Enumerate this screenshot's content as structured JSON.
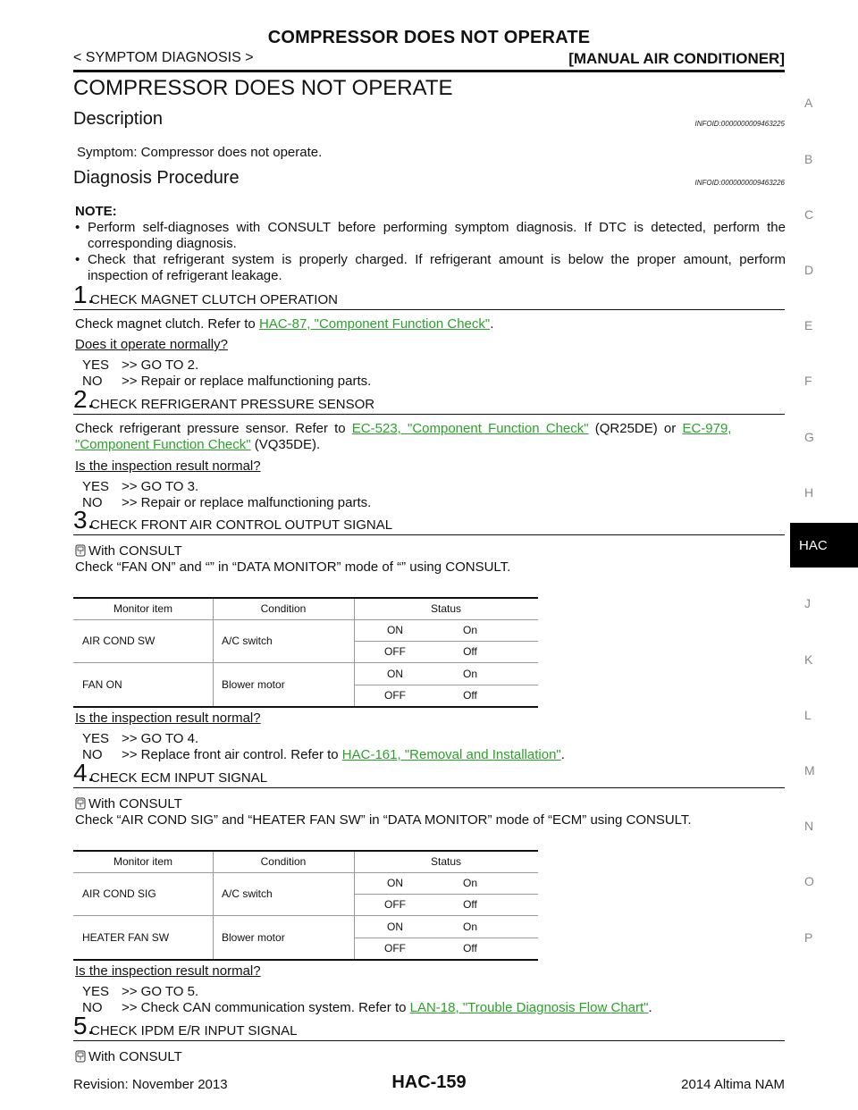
{
  "header": {
    "title": "COMPRESSOR DOES NOT OPERATE",
    "left": "< SYMPTOM DIAGNOSIS >",
    "right": "[MANUAL AIR CONDITIONER]"
  },
  "main_title": "COMPRESSOR DOES NOT OPERATE",
  "description": {
    "heading": "Description",
    "infoid": "INFOID:0000000009463225",
    "text": "Symptom: Compressor does not operate."
  },
  "procedure": {
    "heading": "Diagnosis Procedure",
    "infoid": "INFOID:0000000009463226",
    "note_label": "NOTE:",
    "notes": [
      "Perform self-diagnoses with CONSULT before performing symptom diagnosis. If DTC is detected, perform the corresponding diagnosis.",
      "Check that refrigerant system is properly charged. If refrigerant amount is below the proper amount, perform inspection of refrigerant leakage."
    ]
  },
  "steps": [
    {
      "num": "1.",
      "title": "CHECK MAGNET CLUTCH OPERATION",
      "text_pre": "Check magnet clutch. Refer to ",
      "link1": "HAC-87, \"Component Function Check\"",
      "text_post": ".",
      "question": "Does it operate normally?",
      "yes": ">> GO TO 2.",
      "no": ">> Repair or replace malfunctioning parts."
    },
    {
      "num": "2.",
      "title": "CHECK REFRIGERANT PRESSURE SENSOR",
      "text_pre": "Check refrigerant pressure sensor. Refer to ",
      "link1": "EC-523, \"Component Function Check\"",
      "text_mid": " (QR25DE) or ",
      "link2a": "EC-979,",
      "link2b": "\"Component Function Check\"",
      "text_post": " (VQ35DE).",
      "question": "Is the inspection result normal?",
      "yes": ">> GO TO 3.",
      "no": ">> Repair or replace malfunctioning parts."
    },
    {
      "num": "3.",
      "title": "CHECK FRONT AIR CONTROL OUTPUT SIGNAL",
      "with": "With CONSULT",
      "check": "Check “FAN ON” and “” in “DATA MONITOR” mode of “” using CONSULT.",
      "question": "Is the inspection result normal?",
      "yes": ">> GO TO 4.",
      "no_pre": ">> Replace front air control. Refer to ",
      "no_link": "HAC-161, \"Removal and Installation\"",
      "no_post": "."
    },
    {
      "num": "4.",
      "title": "CHECK ECM INPUT SIGNAL",
      "with": "With CONSULT",
      "check": "Check “AIR COND SIG” and “HEATER FAN SW” in “DATA MONITOR” mode of “ECM” using CONSULT.",
      "question": "Is the inspection result normal?",
      "yes": ">> GO TO 5.",
      "no_pre": ">> Check CAN communication system. Refer to ",
      "no_link": "LAN-18, \"Trouble Diagnosis Flow Chart\"",
      "no_post": "."
    },
    {
      "num": "5.",
      "title": "CHECK IPDM E/R INPUT SIGNAL",
      "with": "With CONSULT"
    }
  ],
  "yes_label": "YES",
  "no_label": "NO",
  "table1": {
    "headers": [
      "Monitor item",
      "Condition",
      "Status"
    ],
    "rows": [
      {
        "item": "AIR COND SW",
        "condition": "A/C switch",
        "s1": "ON",
        "v1": "On",
        "s2": "OFF",
        "v2": "Off"
      },
      {
        "item": "FAN ON",
        "condition": "Blower motor",
        "s1": "ON",
        "v1": "On",
        "s2": "OFF",
        "v2": "Off"
      }
    ]
  },
  "table2": {
    "headers": [
      "Monitor item",
      "Condition",
      "Status"
    ],
    "rows": [
      {
        "item": "AIR COND SIG",
        "condition": "A/C switch",
        "s1": "ON",
        "v1": "On",
        "s2": "OFF",
        "v2": "Off"
      },
      {
        "item": "HEATER FAN SW",
        "condition": "Blower motor",
        "s1": "ON",
        "v1": "On",
        "s2": "OFF",
        "v2": "Off"
      }
    ]
  },
  "side_letters": [
    "A",
    "B",
    "C",
    "D",
    "E",
    "F",
    "G",
    "H",
    "J",
    "K",
    "L",
    "M",
    "N",
    "O",
    "P"
  ],
  "side_tab": "HAC",
  "footer": {
    "revision": "Revision: November 2013",
    "page": "HAC-159",
    "model": "2014 Altima NAM"
  }
}
